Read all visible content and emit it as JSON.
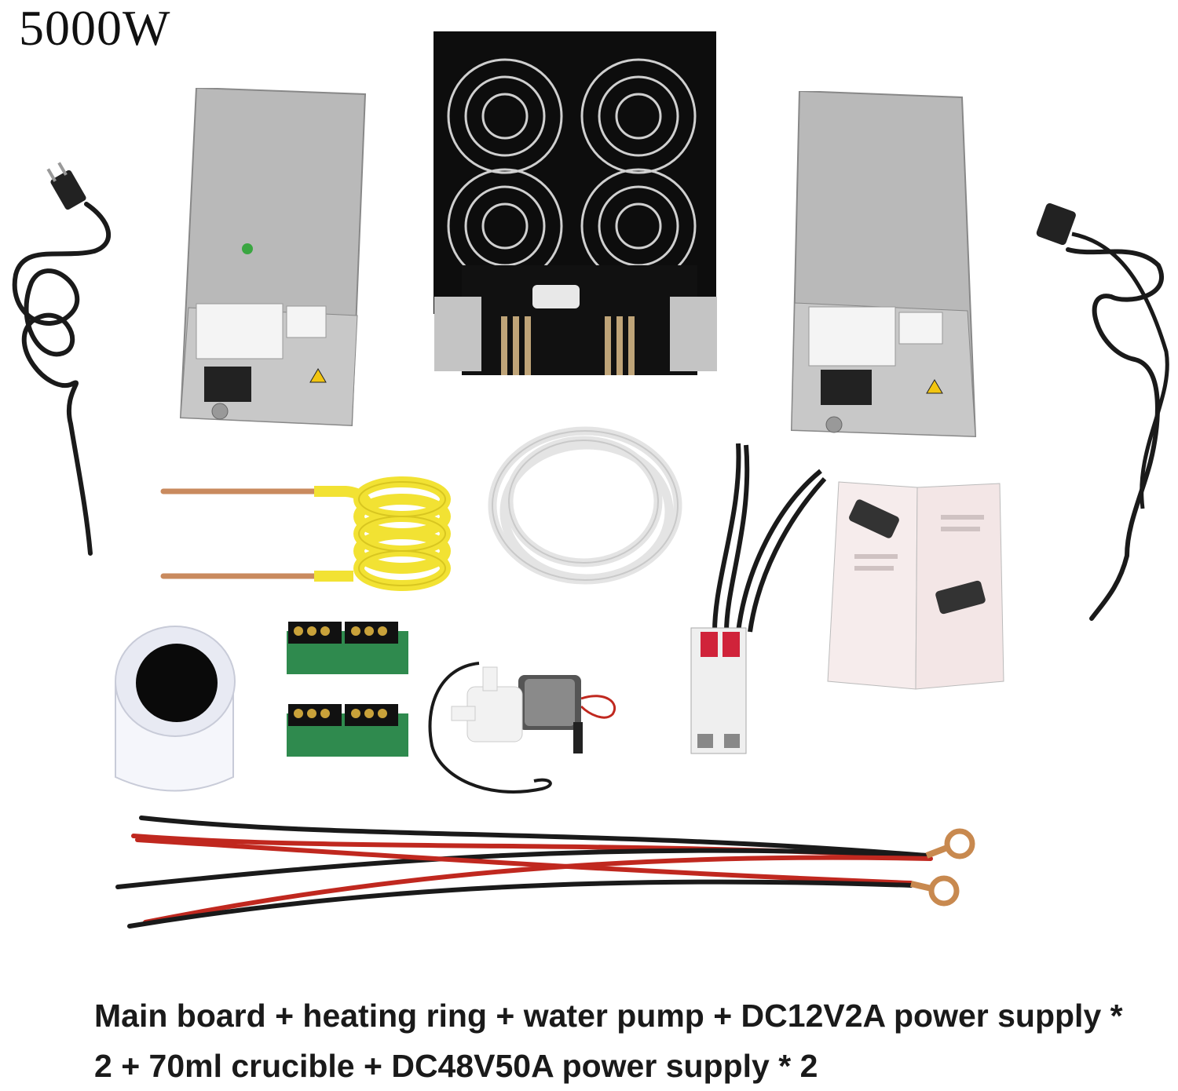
{
  "header": {
    "power_label": "5000W"
  },
  "caption": {
    "text": "Main board + heating ring + water pump + DC12V2A power supply * 2 + 70ml crucible + DC48V50A power supply * 2"
  },
  "colors": {
    "background": "#ffffff",
    "heatsink_panel": "#0d0d0d",
    "psu_case": "#b9b9b9",
    "coil_yellow": "#f2e233",
    "copper": "#c98a5e",
    "wire_red": "#c0281f",
    "wire_black": "#1a1a1a",
    "breaker_red": "#d0233a"
  },
  "photo": {
    "items": [
      {
        "name": "main-board-with-fans"
      },
      {
        "name": "power-supply-left"
      },
      {
        "name": "power-supply-right"
      },
      {
        "name": "power-cord-left"
      },
      {
        "name": "power-cord-right"
      },
      {
        "name": "heating-coil"
      },
      {
        "name": "silicone-tube"
      },
      {
        "name": "circuit-breaker"
      },
      {
        "name": "adapter-box-pair"
      },
      {
        "name": "crucible"
      },
      {
        "name": "terminal-board-pair"
      },
      {
        "name": "water-pump"
      },
      {
        "name": "connection-cables"
      }
    ]
  }
}
